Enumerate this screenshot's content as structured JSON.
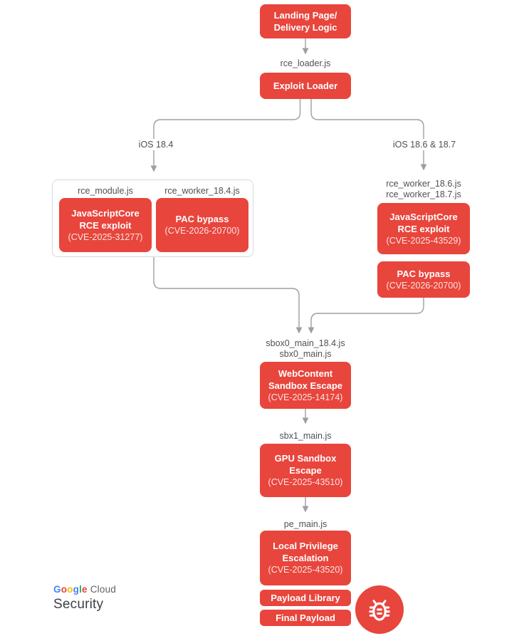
{
  "diagram": {
    "landing": {
      "title": "Landing Page/\nDelivery Logic"
    },
    "loader_file": "rce_loader.js",
    "exploit_loader": "Exploit Loader",
    "branch_left_label": "iOS 18.4",
    "branch_right_label": "iOS 18.6 & 18.7",
    "left_group": {
      "file1": "rce_module.js",
      "file2": "rce_worker_18.4.js",
      "jsc": {
        "title": "JavaScriptCore\nRCE exploit",
        "cve": "(CVE-2025-31277)"
      },
      "pac": {
        "title": "PAC bypass",
        "cve": "(CVE-2026-20700)"
      }
    },
    "right_group": {
      "files": "rce_worker_18.6.js\nrce_worker_18.7.js",
      "jsc": {
        "title": "JavaScriptCore\nRCE exploit",
        "cve": "(CVE-2025-43529)"
      },
      "pac": {
        "title": "PAC bypass",
        "cve": "(CVE-2026-20700)"
      }
    },
    "sbox_files": "sbox0_main_18.4.js\nsbx0_main.js",
    "webcontent": {
      "title": "WebContent\nSandbox Escape",
      "cve": "(CVE-2025-14174)"
    },
    "sbx1_file": "sbx1_main.js",
    "gpu": {
      "title": "GPU Sandbox\nEscape",
      "cve": "(CVE-2025-43510)"
    },
    "pe_file": "pe_main.js",
    "lpe": {
      "title": "Local Privilege\nEscalation",
      "cve": "(CVE-2025-43520)"
    },
    "payload_library": "Payload Library",
    "final_payload": "Final Payload"
  },
  "footer": {
    "google_letters": [
      {
        "ch": "G",
        "color": "#4285F4"
      },
      {
        "ch": "o",
        "color": "#EA4335"
      },
      {
        "ch": "o",
        "color": "#FBBC04"
      },
      {
        "ch": "g",
        "color": "#4285F4"
      },
      {
        "ch": "l",
        "color": "#34A853"
      },
      {
        "ch": "e",
        "color": "#EA4335"
      }
    ],
    "cloud": "Cloud",
    "security": "Security"
  },
  "icons": {
    "bug": "bug-icon"
  },
  "colors": {
    "node_red": "#E8453C",
    "connector_gray": "#9AA0A6",
    "label_gray": "#4d5156",
    "group_border": "#d7d9dc",
    "cloud_gray": "#5f6368",
    "security_dark": "#3c4043"
  }
}
